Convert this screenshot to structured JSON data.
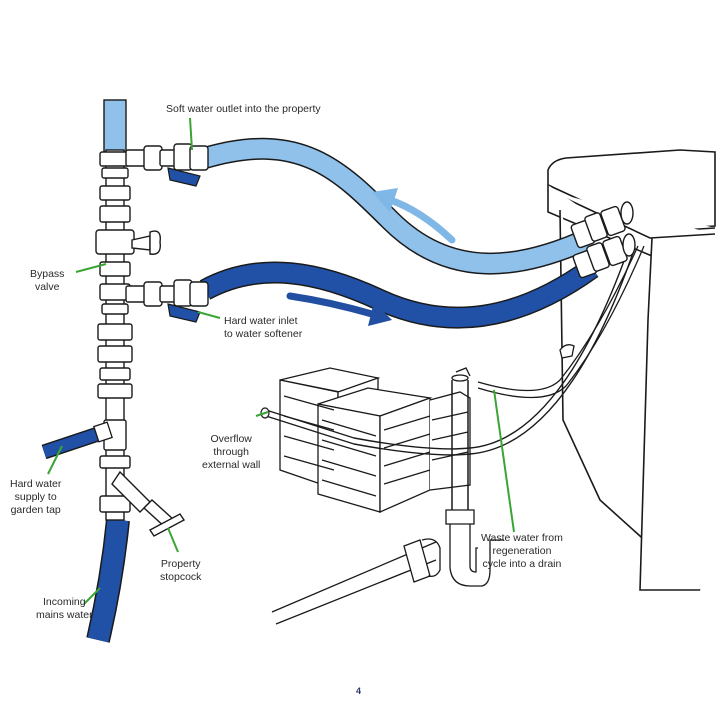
{
  "labels": {
    "soft_outlet": "Soft water outlet into the property",
    "bypass": "Bypass\nvalve",
    "hard_inlet": "Hard water inlet\nto water softener",
    "overflow": "Overflow\nthrough\nexternal wall",
    "hard_supply": "Hard water\nsupply to\ngarden tap",
    "stopcock": "Property\nstopcock",
    "waste": "Waste water from\nregeneration\ncycle into a drain",
    "incoming": "Incoming\nmains water"
  },
  "page_number": "4",
  "colors": {
    "soft_water": "#8fc1ea",
    "hard_water": "#2151a6",
    "flow_arrow_soft": "#7fb7e6",
    "flow_arrow_hard": "#234fa3",
    "leader_line": "#3aa535",
    "outline": "#1a1a1a"
  }
}
